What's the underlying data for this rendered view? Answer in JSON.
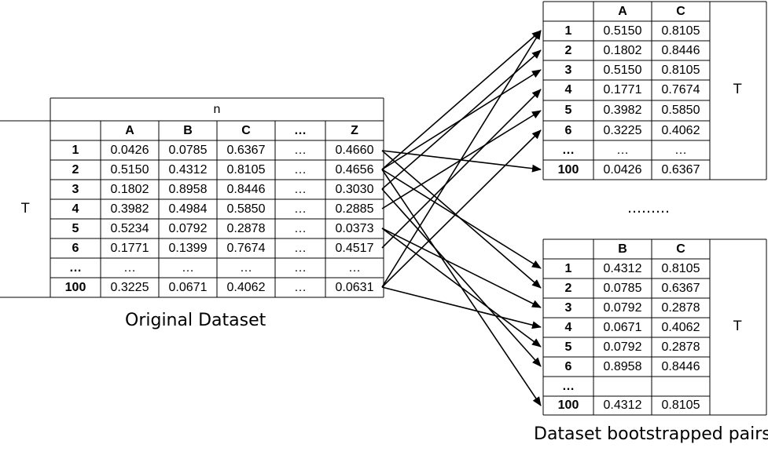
{
  "original": {
    "title": "Original Dataset",
    "header_n": "n",
    "side_label": "T",
    "columns": [
      "",
      "A",
      "B",
      "C",
      "…",
      "Z"
    ],
    "rows": [
      [
        "1",
        "0.0426",
        "0.0785",
        "0.6367",
        "…",
        "0.4660"
      ],
      [
        "2",
        "0.5150",
        "0.4312",
        "0.8105",
        "…",
        "0.4656"
      ],
      [
        "3",
        "0.1802",
        "0.8958",
        "0.8446",
        "…",
        "0.3030"
      ],
      [
        "4",
        "0.3982",
        "0.4984",
        "0.5850",
        "…",
        "0.2885"
      ],
      [
        "5",
        "0.5234",
        "0.0792",
        "0.2878",
        "…",
        "0.0373"
      ],
      [
        "6",
        "0.1771",
        "0.1399",
        "0.7674",
        "…",
        "0.4517"
      ],
      [
        "…",
        "…",
        "…",
        "…",
        "…",
        "…"
      ],
      [
        "100",
        "0.3225",
        "0.0671",
        "0.4062",
        "…",
        "0.0631"
      ]
    ]
  },
  "pair1": {
    "side_label": "T",
    "columns": [
      "",
      "A",
      "C"
    ],
    "rows": [
      [
        "1",
        "0.5150",
        "0.8105"
      ],
      [
        "2",
        "0.1802",
        "0.8446"
      ],
      [
        "3",
        "0.5150",
        "0.8105"
      ],
      [
        "4",
        "0.1771",
        "0.7674"
      ],
      [
        "5",
        "0.3982",
        "0.5850"
      ],
      [
        "6",
        "0.3225",
        "0.4062"
      ],
      [
        "…",
        "…",
        "…"
      ],
      [
        "100",
        "0.0426",
        "0.6367"
      ]
    ]
  },
  "ellipsis": "………",
  "pair2": {
    "side_label": "T",
    "columns": [
      "",
      "B",
      "C"
    ],
    "rows": [
      [
        "1",
        "0.4312",
        "0.8105"
      ],
      [
        "2",
        "0.0785",
        "0.6367"
      ],
      [
        "3",
        "0.0792",
        "0.2878"
      ],
      [
        "4",
        "0.0671",
        "0.4062"
      ],
      [
        "5",
        "0.0792",
        "0.2878"
      ],
      [
        "6",
        "0.8958",
        "0.8446"
      ],
      [
        "…",
        "",
        ""
      ],
      [
        "100",
        "0.4312",
        "0.8105"
      ]
    ]
  },
  "caption": "Dataset bootstrapped pairs"
}
